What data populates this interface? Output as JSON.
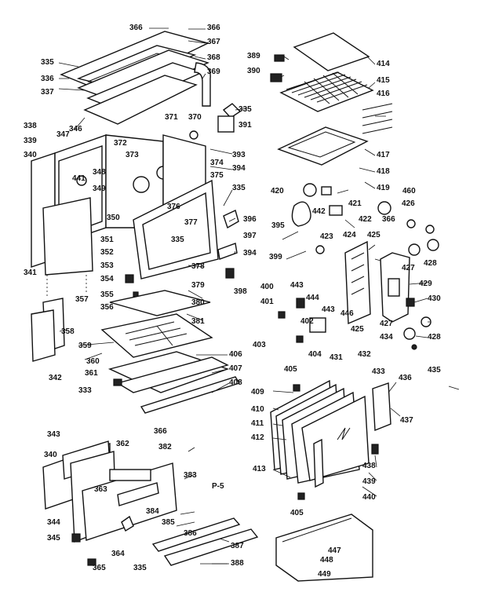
{
  "diagram": {
    "page_marker": "P-5",
    "callouts": [
      "366",
      "366",
      "367",
      "368",
      "369",
      "335",
      "336",
      "337",
      "346",
      "371",
      "370",
      "335",
      "391",
      "389",
      "390",
      "414",
      "415",
      "416",
      "417",
      "418",
      "419",
      "338",
      "339",
      "340",
      "347",
      "441",
      "348",
      "349",
      "372",
      "373",
      "374",
      "375",
      "393",
      "394",
      "335",
      "376",
      "350",
      "377",
      "335",
      "351",
      "352",
      "353",
      "354",
      "355",
      "356",
      "378",
      "379",
      "380",
      "381",
      "341",
      "357",
      "358",
      "359",
      "360",
      "361",
      "333",
      "406",
      "407",
      "408",
      "342",
      "366",
      "396",
      "397",
      "394",
      "398",
      "420",
      "442",
      "395",
      "421",
      "399",
      "423",
      "443",
      "444",
      "400",
      "401",
      "402",
      "403",
      "404",
      "422",
      "424",
      "425",
      "426",
      "460",
      "366",
      "427",
      "428",
      "429",
      "430",
      "446",
      "443",
      "425",
      "427",
      "428",
      "434",
      "435",
      "431",
      "432",
      "433",
      "405",
      "409",
      "410",
      "411",
      "412",
      "436",
      "437",
      "438",
      "439",
      "440",
      "413",
      "405",
      "343",
      "340",
      "362",
      "382",
      "383",
      "363",
      "344",
      "384",
      "345",
      "385",
      "364",
      "365",
      "335",
      "386",
      "387",
      "388",
      "447",
      "448",
      "449"
    ]
  }
}
